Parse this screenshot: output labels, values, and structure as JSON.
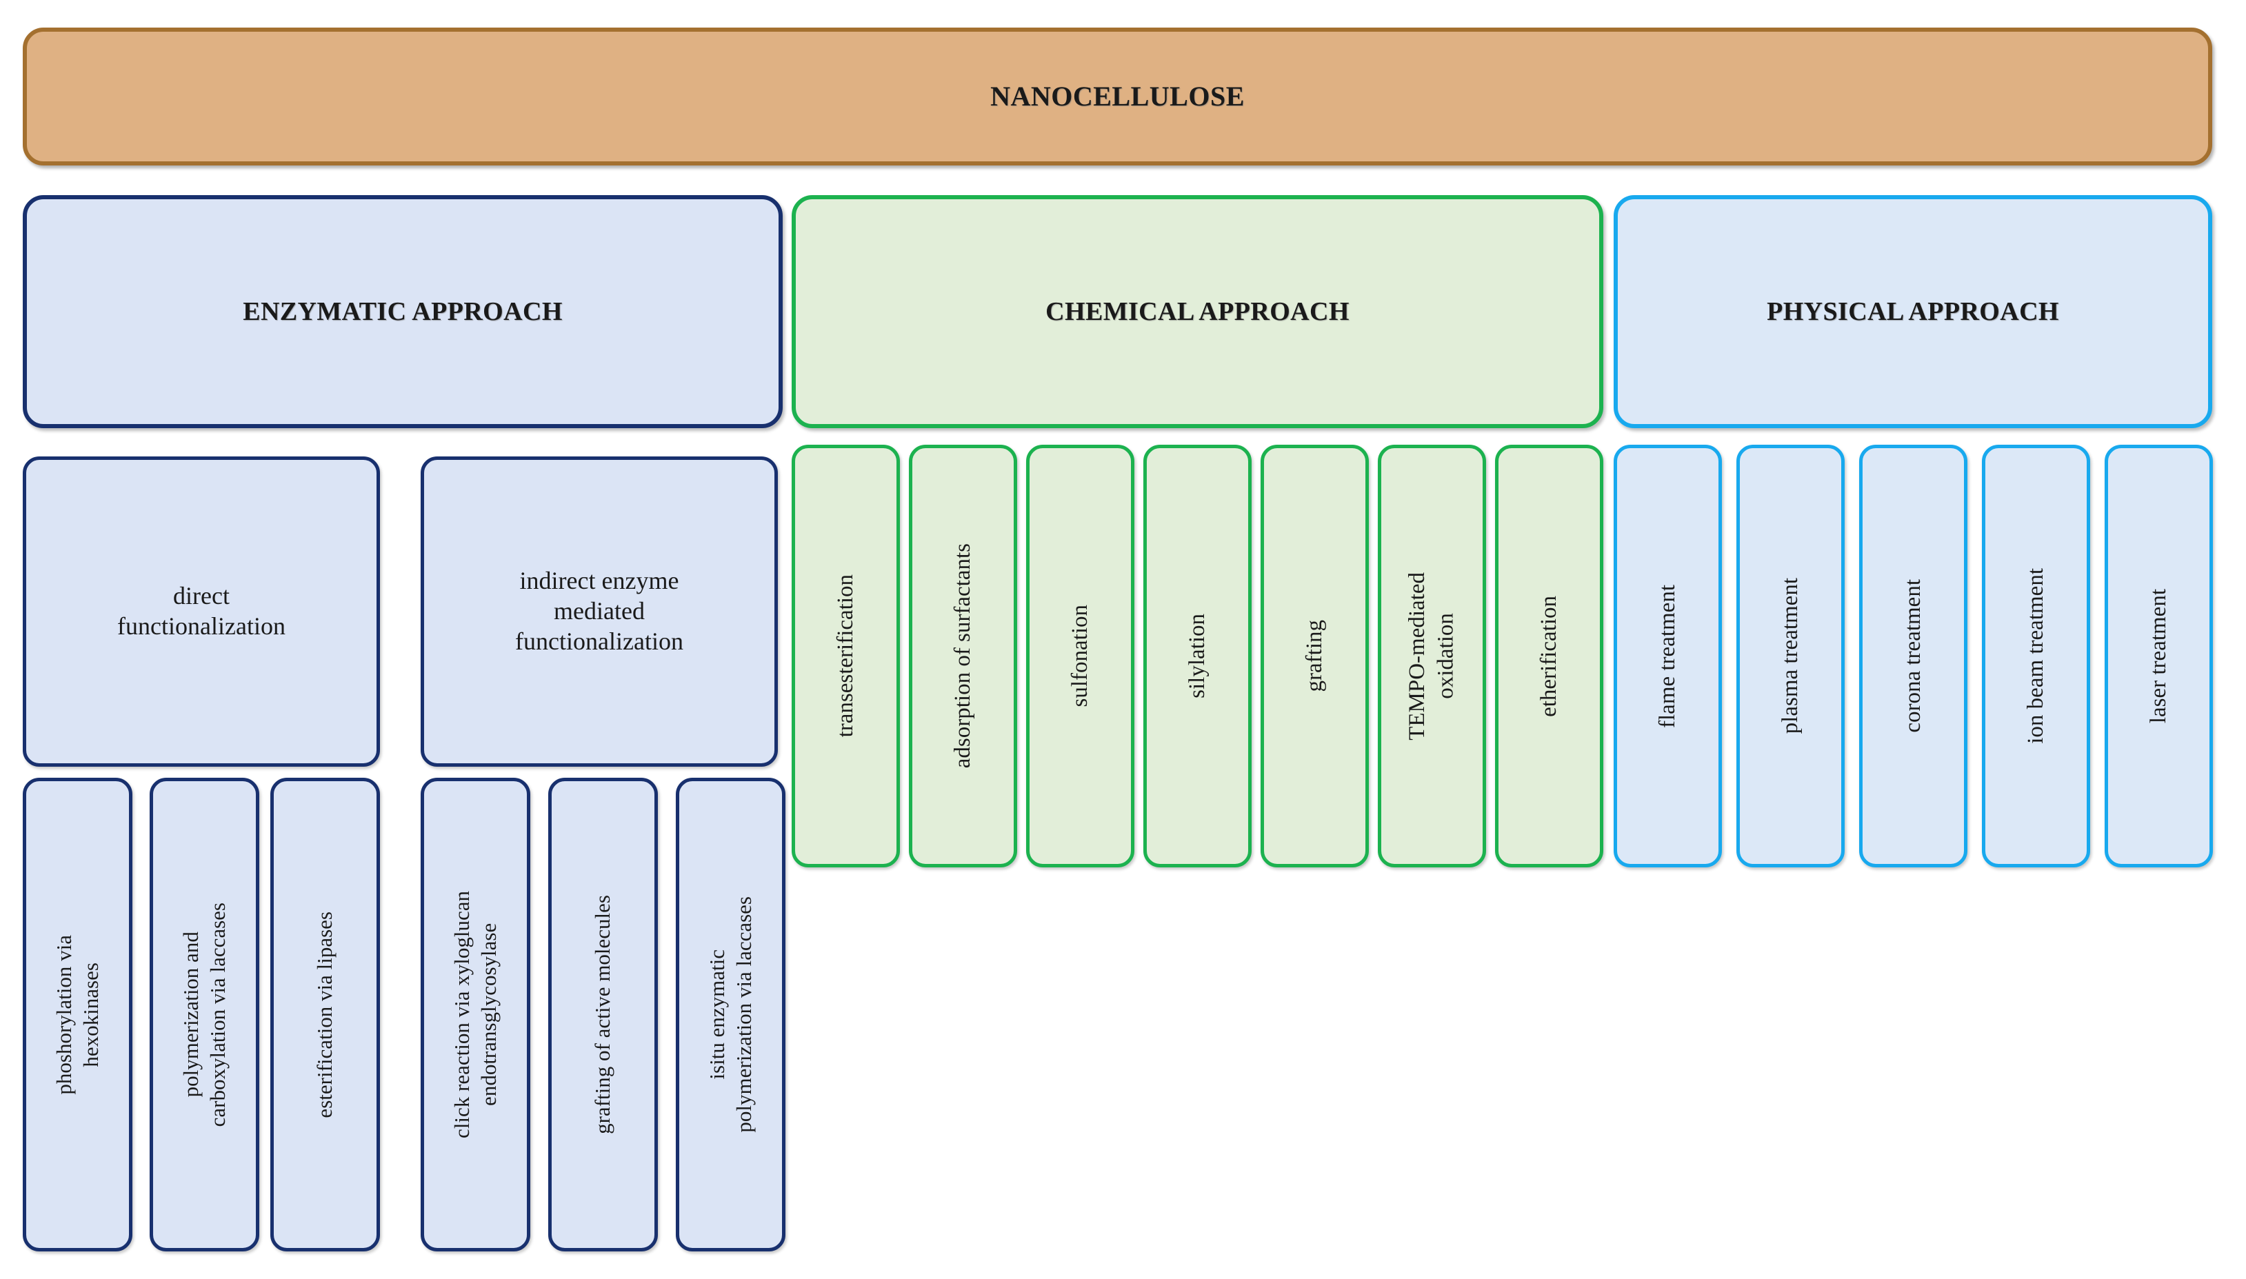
{
  "diagram": {
    "title": "NANOCELLULOSE",
    "root": {
      "label": "NANOCELLULOSE",
      "fill": "#dfb183",
      "stroke": "#a4702f"
    },
    "branches": [
      {
        "key": "enzymatic",
        "label": "ENZYMATIC APPROACH",
        "fill": "#dbe4f5",
        "stroke": "#18306e",
        "subgroups": [
          {
            "label": "direct\nfunctionalization",
            "items": [
              "phoshorylation via\nhexokinases",
              "polymerization and\ncarboxylation via laccases",
              "esterification via lipases"
            ]
          },
          {
            "label": "indirect enzyme\nmediated\nfunctionalization",
            "items": [
              "click reaction via xyloglucan\nendotransglycosylase",
              "grafting of active molecules",
              "isitu enzymatic\npolymerization via laccases"
            ]
          }
        ]
      },
      {
        "key": "chemical",
        "label": "CHEMICAL APPROACH",
        "fill": "#e2eed9",
        "stroke": "#1cb24f",
        "items": [
          "transesterification",
          "adsorption of surfactants",
          "sulfonation",
          "silylation",
          "grafting",
          "TEMPO-mediated\noxidation",
          "etherification"
        ]
      },
      {
        "key": "physical",
        "label": "PHYSICAL APPROACH",
        "fill": "#dce8f7",
        "stroke": "#18a9ee",
        "items": [
          "flame treatment",
          "plasma treatment",
          "corona treatment",
          "ion beam treatment",
          "laser treatment"
        ]
      }
    ]
  }
}
